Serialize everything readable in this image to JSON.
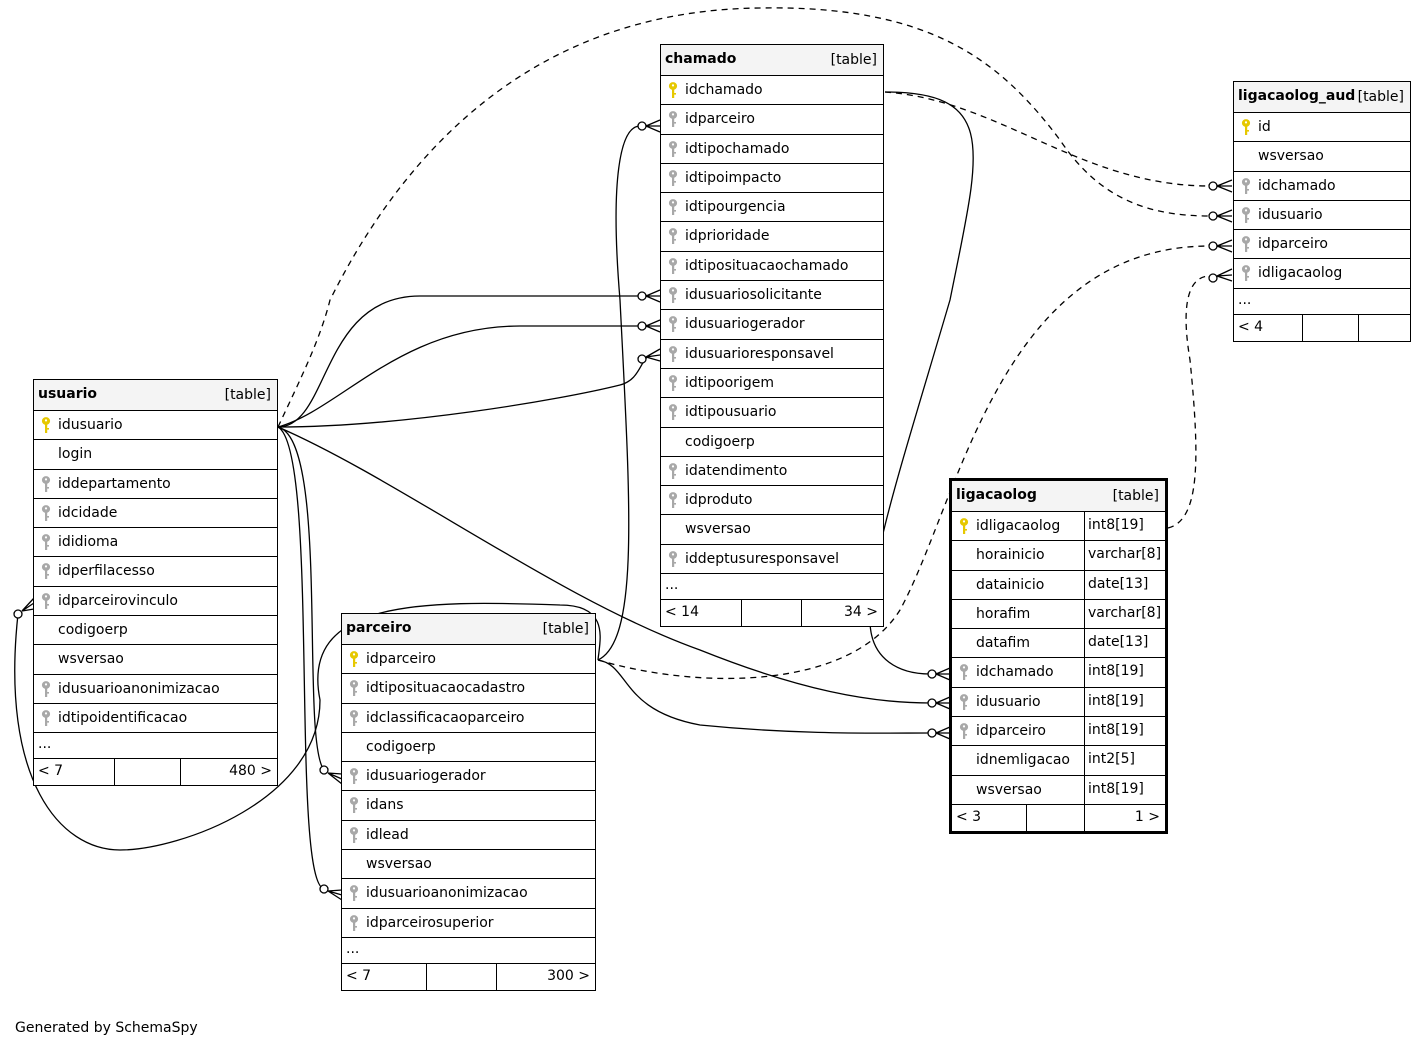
{
  "footer_text": "Generated by SchemaSpy",
  "tables": {
    "chamado": {
      "name": "chamado",
      "kind": "[table]",
      "columns": [
        {
          "name": "idchamado",
          "key": "primary"
        },
        {
          "name": "idparceiro",
          "key": "foreign"
        },
        {
          "name": "idtipochamado",
          "key": "foreign"
        },
        {
          "name": "idtipoimpacto",
          "key": "foreign"
        },
        {
          "name": "idtipourgencia",
          "key": "foreign"
        },
        {
          "name": "idprioridade",
          "key": "foreign"
        },
        {
          "name": "idtiposituacaochamado",
          "key": "foreign"
        },
        {
          "name": "idusuariosolicitante",
          "key": "foreign"
        },
        {
          "name": "idusuariogerador",
          "key": "foreign"
        },
        {
          "name": "idusuarioresponsavel",
          "key": "foreign"
        },
        {
          "name": "idtipoorigem",
          "key": "foreign"
        },
        {
          "name": "idtipousuario",
          "key": "foreign"
        },
        {
          "name": "codigoerp",
          "key": "none"
        },
        {
          "name": "idatendimento",
          "key": "foreign"
        },
        {
          "name": "idproduto",
          "key": "foreign"
        },
        {
          "name": "wsversao",
          "key": "none"
        },
        {
          "name": "iddeptusuresponsavel",
          "key": "foreign"
        }
      ],
      "more": "...",
      "footer": {
        "parents": "< 14",
        "rows": "",
        "children": "34 >"
      }
    },
    "ligacaolog_aud": {
      "name": "ligacaolog_aud",
      "kind": "[table]",
      "columns": [
        {
          "name": "id",
          "key": "primary"
        },
        {
          "name": "wsversao",
          "key": "none"
        },
        {
          "name": "idchamado",
          "key": "foreign"
        },
        {
          "name": "idusuario",
          "key": "foreign"
        },
        {
          "name": "idparceiro",
          "key": "foreign"
        },
        {
          "name": "idligacaolog",
          "key": "foreign"
        }
      ],
      "more": "...",
      "footer": {
        "parents": "< 4",
        "rows": "",
        "children": ""
      }
    },
    "usuario": {
      "name": "usuario",
      "kind": "[table]",
      "columns": [
        {
          "name": "idusuario",
          "key": "primary"
        },
        {
          "name": "login",
          "key": "none"
        },
        {
          "name": "iddepartamento",
          "key": "foreign"
        },
        {
          "name": "idcidade",
          "key": "foreign"
        },
        {
          "name": "ididioma",
          "key": "foreign"
        },
        {
          "name": "idperfilacesso",
          "key": "foreign"
        },
        {
          "name": "idparceirovinculo",
          "key": "foreign"
        },
        {
          "name": "codigoerp",
          "key": "none"
        },
        {
          "name": "wsversao",
          "key": "none"
        },
        {
          "name": "idusuarioanonimizacao",
          "key": "foreign"
        },
        {
          "name": "idtipoidentificacao",
          "key": "foreign"
        }
      ],
      "more": "...",
      "footer": {
        "parents": "< 7",
        "rows": "",
        "children": "480 >"
      }
    },
    "parceiro": {
      "name": "parceiro",
      "kind": "[table]",
      "columns": [
        {
          "name": "idparceiro",
          "key": "primary"
        },
        {
          "name": "idtiposituacaocadastro",
          "key": "foreign"
        },
        {
          "name": "idclassificacaoparceiro",
          "key": "foreign"
        },
        {
          "name": "codigoerp",
          "key": "none"
        },
        {
          "name": "idusuariogerador",
          "key": "foreign"
        },
        {
          "name": "idans",
          "key": "foreign"
        },
        {
          "name": "idlead",
          "key": "foreign"
        },
        {
          "name": "wsversao",
          "key": "none"
        },
        {
          "name": "idusuarioanonimizacao",
          "key": "foreign"
        },
        {
          "name": "idparceirosuperior",
          "key": "foreign"
        }
      ],
      "more": "...",
      "footer": {
        "parents": "< 7",
        "rows": "",
        "children": "300 >"
      }
    },
    "ligacaolog": {
      "name": "ligacaolog",
      "kind": "[table]",
      "columns": [
        {
          "name": "idligacaolog",
          "type": "int8[19]",
          "key": "primary"
        },
        {
          "name": "horainicio",
          "type": "varchar[8]",
          "key": "none"
        },
        {
          "name": "datainicio",
          "type": "date[13]",
          "key": "none"
        },
        {
          "name": "horafim",
          "type": "varchar[8]",
          "key": "none"
        },
        {
          "name": "datafim",
          "type": "date[13]",
          "key": "none"
        },
        {
          "name": "idchamado",
          "type": "int8[19]",
          "key": "foreign"
        },
        {
          "name": "idusuario",
          "type": "int8[19]",
          "key": "foreign"
        },
        {
          "name": "idparceiro",
          "type": "int8[19]",
          "key": "foreign"
        },
        {
          "name": "idnemligacao",
          "type": "int2[5]",
          "key": "none"
        },
        {
          "name": "wsversao",
          "type": "int8[19]",
          "key": "none"
        }
      ],
      "footer": {
        "parents": "< 3",
        "rows": "",
        "children": "1 >"
      }
    }
  },
  "colors": {
    "primary_key": "#e6c800",
    "foreign_key": "#a8a8a8",
    "header_bg": "#f4f4f4",
    "line": "#000000"
  }
}
